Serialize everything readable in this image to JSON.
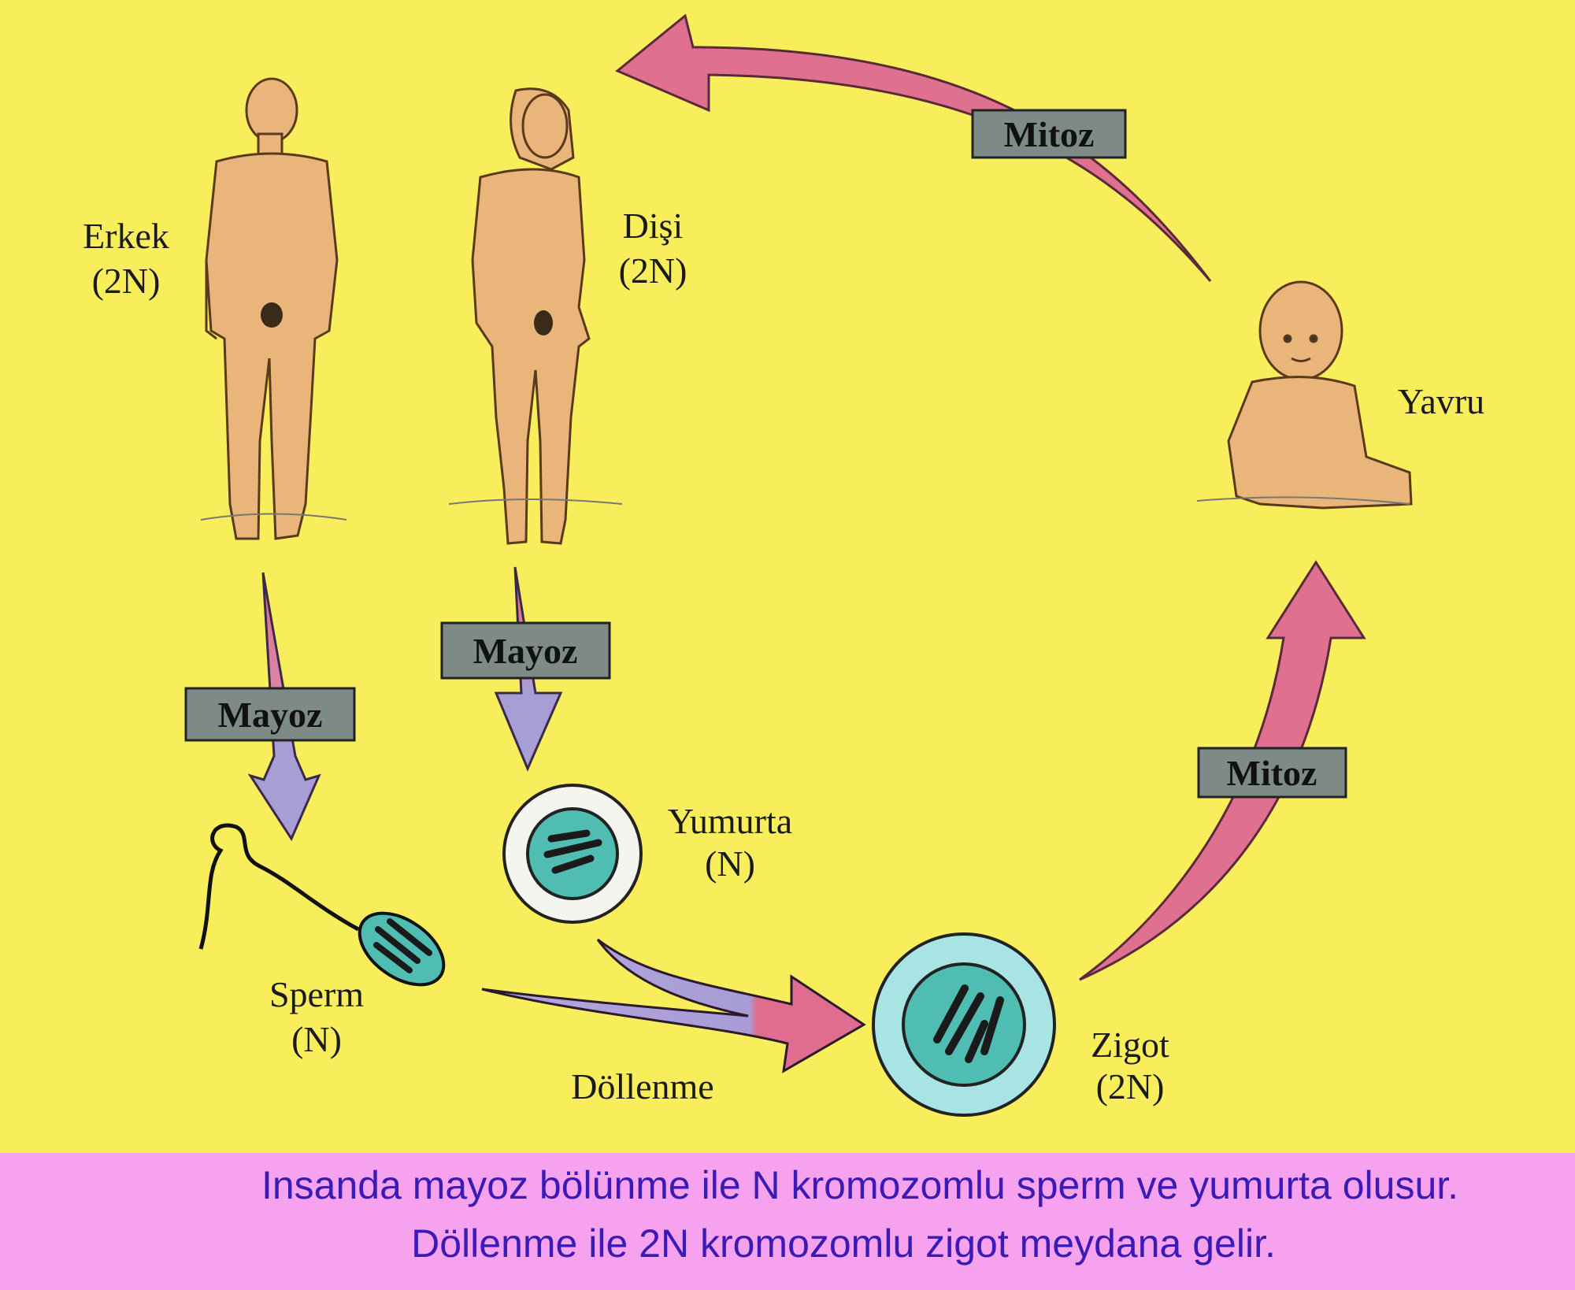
{
  "labels": {
    "male": "Erkek",
    "male_ploidy": "(2N)",
    "female": "Dişi",
    "female_ploidy": "(2N)",
    "offspring": "Yavru",
    "egg": "Yumurta",
    "egg_ploidy": "(N)",
    "sperm": "Sperm",
    "sperm_ploidy": "(N)",
    "fertilization": "Döllenme",
    "zygote": "Zigot",
    "zygote_ploidy": "(2N)"
  },
  "process_boxes": {
    "mitosis_top": "Mitoz",
    "mitosis_right": "Mitoz",
    "meiosis_male": "Mayoz",
    "meiosis_female": "Mayoz"
  },
  "caption": {
    "line1": "Insanda mayoz bölünme ile N kromozomlu sperm ve yumurta olusur.",
    "line2": "Döllenme ile 2N kromozomlu zigot meydana gelir."
  },
  "colors": {
    "background": "#f8ee5c",
    "caption_band": "#f7a2ee",
    "caption_text": "#3a1bb5",
    "mitosis_arrow": "#e0708f",
    "meiosis_arrow": "#a89ed6",
    "box_fill": "#7d8a86",
    "skin": "#eab57a",
    "cell": "#4fbdb2"
  }
}
